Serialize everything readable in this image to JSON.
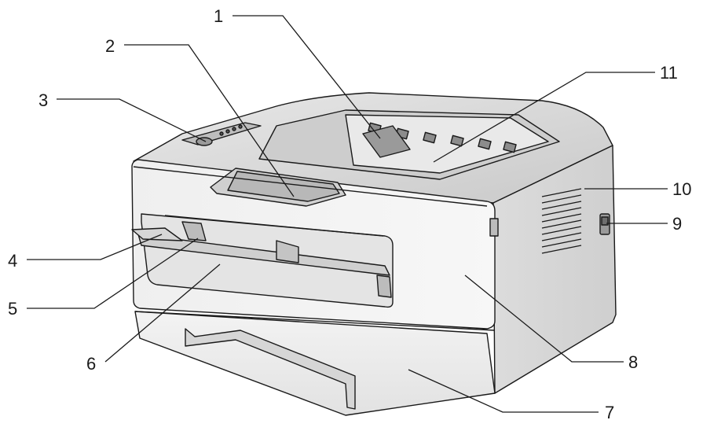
{
  "callouts": [
    {
      "id": "1",
      "label": "1"
    },
    {
      "id": "2",
      "label": "2"
    },
    {
      "id": "3",
      "label": "3"
    },
    {
      "id": "4",
      "label": "4"
    },
    {
      "id": "5",
      "label": "5"
    },
    {
      "id": "6",
      "label": "6"
    },
    {
      "id": "7",
      "label": "7"
    },
    {
      "id": "8",
      "label": "8"
    },
    {
      "id": "9",
      "label": "9"
    },
    {
      "id": "10",
      "label": "10"
    },
    {
      "id": "11",
      "label": "11"
    }
  ],
  "colors": {
    "body_light": "#f2f2f2",
    "body_mid": "#d9d9d9",
    "body_dark": "#a6a6a6",
    "outline": "#1a1a1a",
    "background": "#ffffff"
  }
}
